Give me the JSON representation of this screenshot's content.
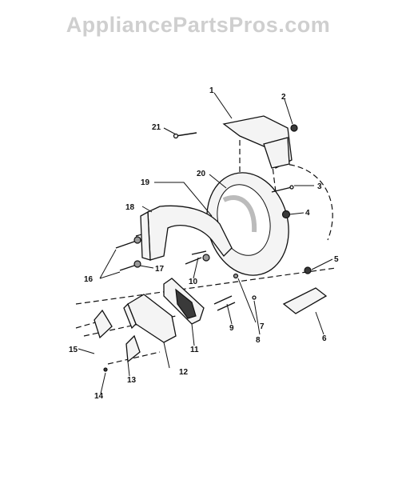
{
  "watermark": "AppliancePartsPros.com",
  "callouts": {
    "c1": "1",
    "c2": "2",
    "c3": "3",
    "c4": "4",
    "c5": "5",
    "c6": "6",
    "c7": "7",
    "c8": "8",
    "c9": "9",
    "c10": "10",
    "c11": "11",
    "c12": "12",
    "c13": "13",
    "c14": "14",
    "c15": "15",
    "c16": "16",
    "c17": "17",
    "c18": "18",
    "c19": "19",
    "c20": "20",
    "c21": "21"
  }
}
